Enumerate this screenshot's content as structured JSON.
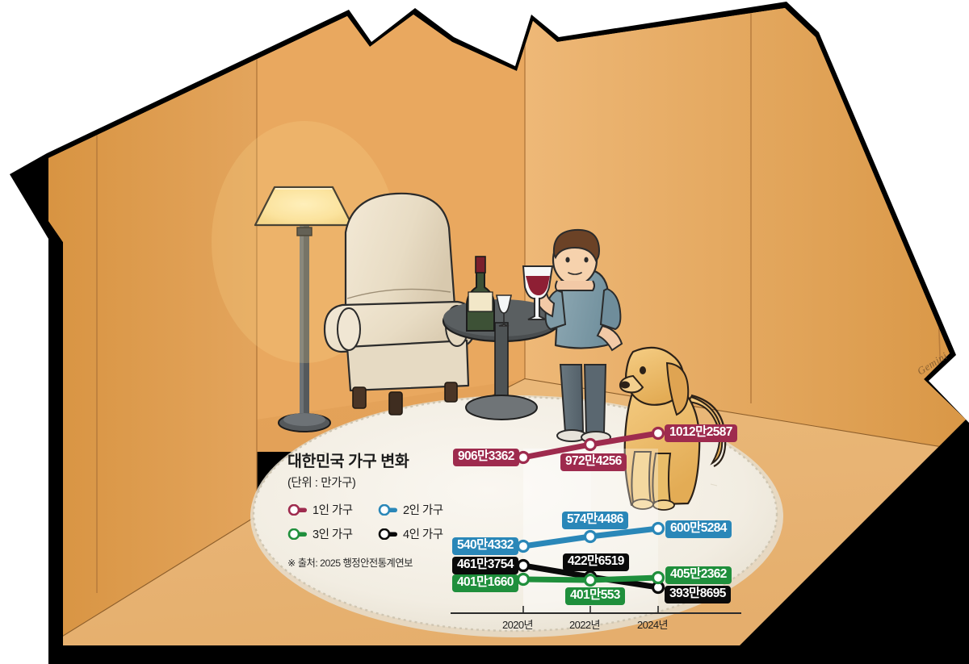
{
  "illustration": {
    "scene_name": "single-person-household-living-room",
    "watermark": "Gemini",
    "objects": [
      "floor-lamp",
      "armchair",
      "round-table",
      "wine-bottle",
      "wine-glass-on-table",
      "man-holding-wine-glass",
      "golden-retriever-dog",
      "shaggy-oval-rug"
    ],
    "colors": {
      "wall": "#e8a764",
      "wall_shadow": "#d9923f",
      "floor": "#eec188",
      "rug": "#f3efe6",
      "outline": "#0a0a0a",
      "lamp_shade": "#fdecb4",
      "chair": "#efe4cf",
      "table": "#4c4c4c",
      "dog": "#f0c172",
      "shirt": "#7e9aa6",
      "pants": "#5d6b74",
      "hair": "#6b4226",
      "wine": "#8e1f34"
    }
  },
  "chart": {
    "title": "대한민국 가구 변화",
    "subtitle": "(단위 : 만가구)",
    "source": "※ 출처: 2025 행정안전통계연보",
    "legend": [
      {
        "label": "1인 가구",
        "color": "#9e2b4e",
        "key": "one-person"
      },
      {
        "label": "2인 가구",
        "color": "#2a87b8",
        "key": "two-person"
      },
      {
        "label": "3인 가구",
        "color": "#1f8f3c",
        "key": "three-person"
      },
      {
        "label": "4인 가구",
        "color": "#0a0a0a",
        "key": "four-person"
      }
    ],
    "axis_ticks": [
      "2020년",
      "2022년",
      "2024년"
    ]
  },
  "chart_data": {
    "type": "line",
    "title": "대한민국 가구 변화",
    "subtitle": "(단위 : 만가구)",
    "xlabel": "",
    "ylabel": "",
    "grid": false,
    "legend_position": "inside-left",
    "x": [
      "2020년",
      "2022년",
      "2024년"
    ],
    "series": [
      {
        "name": "1인 가구",
        "color": "#9e2b4e",
        "values": [
          9063362,
          9724256,
          10122587
        ],
        "labels": [
          "906만3362",
          "972만4256",
          "1012만2587"
        ]
      },
      {
        "name": "2인 가구",
        "color": "#2a87b8",
        "values": [
          5404332,
          5744486,
          6005284
        ],
        "labels": [
          "540만4332",
          "574만4486",
          "600만5284"
        ]
      },
      {
        "name": "3인 가구",
        "color": "#1f8f3c",
        "values": [
          4011660,
          4010553,
          4052362
        ],
        "labels": [
          "401만1660",
          "401만553",
          "405만2362"
        ]
      },
      {
        "name": "4인 가구",
        "color": "#0a0a0a",
        "values": [
          4613754,
          4226519,
          3938695
        ],
        "labels": [
          "461만3754",
          "422만6519",
          "393만8695"
        ]
      }
    ],
    "source": "※ 출처: 2025 행정안전통계연보",
    "unit": "만가구"
  },
  "labels": {
    "s1_2020": "906만3362",
    "s1_2022": "972만4256",
    "s1_2024": "1012만2587",
    "s2_2020": "540만4332",
    "s2_2022": "574만4486",
    "s2_2024": "600만5284",
    "s3_2020": "401만1660",
    "s3_2022": "401만553",
    "s3_2024": "405만2362",
    "s4_2020": "461만3754",
    "s4_2022": "422만6519",
    "s4_2024": "393만8695"
  },
  "ticks": {
    "t2020": "2020년",
    "t2022": "2022년",
    "t2024": "2024년"
  }
}
